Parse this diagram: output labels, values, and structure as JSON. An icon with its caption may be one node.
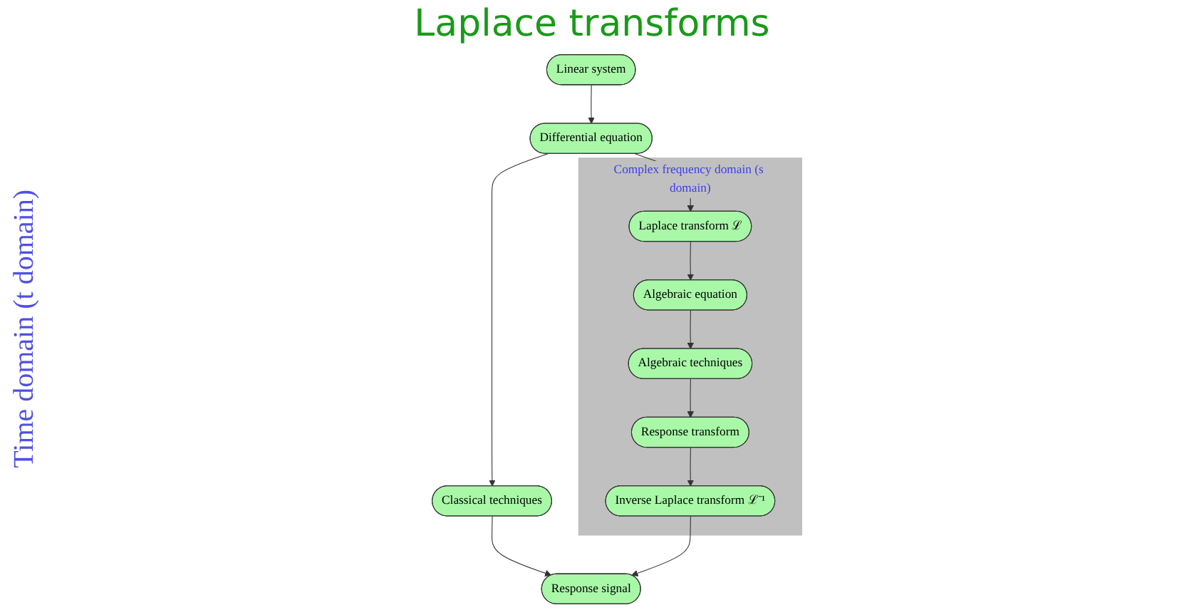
{
  "diagram": {
    "title": "Laplace transforms",
    "nodes": [
      {
        "text": [
          "Linear system"
        ]
      },
      {
        "text": [
          "Differential equation"
        ]
      },
      {
        "text": [
          "Classical techniques"
        ]
      },
      {
        "text": [
          "Response signal"
        ]
      },
      {
        "text": [
          "Complex frequency domain (s domain)"
        ]
      },
      {
        "text": [
          "Laplace transform ℒ"
        ],
        "in": 4
      },
      {
        "text": [
          "Algebraic equation"
        ],
        "in": 4
      },
      {
        "text": [
          "Algebraic techniques"
        ],
        "in": 4
      },
      {
        "text": [
          "Response transform"
        ],
        "in": 4
      },
      {
        "text": [
          "Inverse Laplace transform ℒ⁻¹"
        ],
        "in": 4
      }
    ],
    "edges": [
      {
        "from": 0,
        "to": 1,
        "arrow": "to"
      },
      {
        "from": 1,
        "to": 2,
        "arrow": "to"
      },
      {
        "from": 2,
        "to": 3,
        "arrow": "to"
      },
      {
        "from": 1,
        "to": 5,
        "arrow": "to"
      },
      {
        "from": 5,
        "to": 6,
        "arrow": "to"
      },
      {
        "from": 6,
        "to": 7,
        "arrow": "to"
      },
      {
        "from": 7,
        "to": 8,
        "arrow": "to"
      },
      {
        "from": 8,
        "to": 9,
        "arrow": "to"
      },
      {
        "from": 9,
        "to": 3,
        "arrow": "to"
      }
    ],
    "labels": [
      "Time domain (t domain)"
    ]
  }
}
